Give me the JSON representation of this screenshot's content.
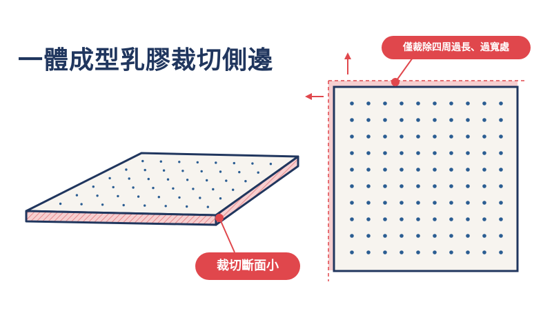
{
  "title": "一體成型乳膠裁切側邊",
  "labels": {
    "side_cut": "裁切斷面小",
    "trim_note": "僅裁除四周過長、過寬處"
  },
  "colors": {
    "navy": "#20365e",
    "red": "#e0474c",
    "pink_fill": "#f6cfd0",
    "board_fill": "#f7f4ef",
    "dot": "#2b5d92"
  },
  "grid": {
    "rows": 10,
    "cols": 10
  },
  "icons": [
    "arrow-up-icon",
    "arrow-left-icon"
  ]
}
